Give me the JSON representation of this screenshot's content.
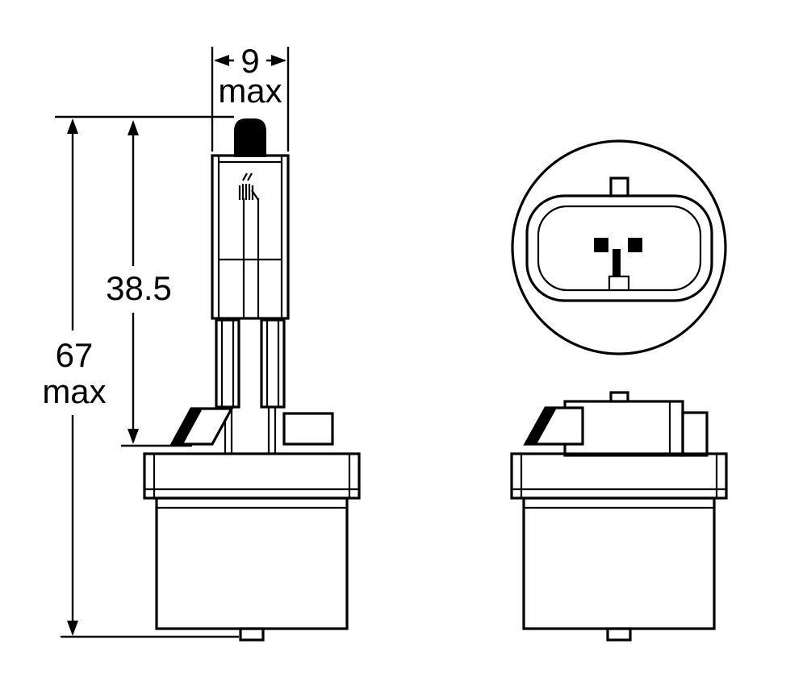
{
  "diagram": {
    "type": "technical-drawing",
    "subject": "halogen-bulb-dimension-drawing",
    "views": [
      "side-view",
      "connector-top-view",
      "base-front-view"
    ],
    "line_color": "#000000",
    "background_color": "#ffffff"
  },
  "labels": {
    "width_value": "9",
    "width_suffix": "max",
    "glass_length_value": "38.5",
    "total_length_value": "67",
    "total_length_suffix": "max"
  }
}
